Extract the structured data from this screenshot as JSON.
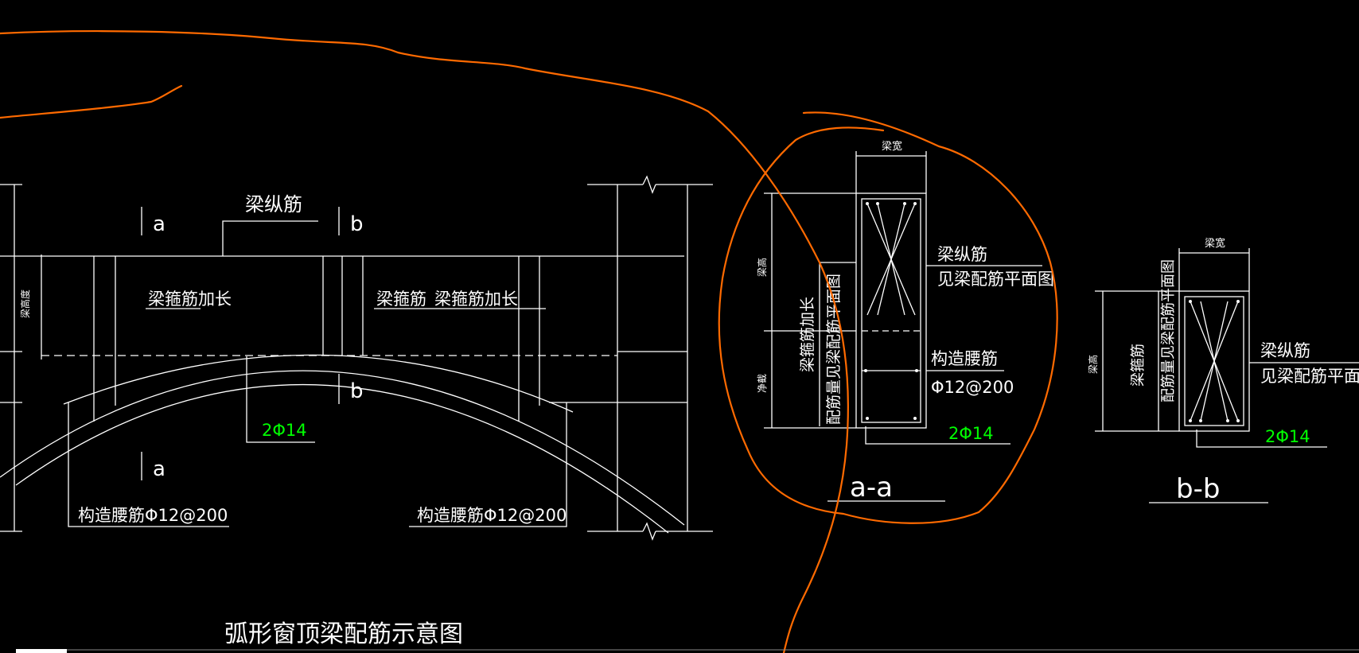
{
  "title": "弧形窗顶梁配筋示意图",
  "colors": {
    "background": "#000000",
    "lines": "#ffffff",
    "rebar_label": "#00ff00",
    "markup": "#ff6a00"
  },
  "elevation": {
    "section_marks": [
      "a",
      "b",
      "b",
      "a"
    ],
    "beam_long_rebar": "梁纵筋",
    "beam_height": "梁高度",
    "stirrup_extended_left": "梁箍筋加长",
    "stirrup": "梁箍筋",
    "stirrup_extended_right": "梁箍筋加长",
    "bottom_rebar": "2Φ14",
    "waist_rebar_left": "构造腰筋Φ12@200",
    "waist_rebar_right": "构造腰筋Φ12@200"
  },
  "section_aa": {
    "beam_width": "梁宽",
    "beam_height": "梁高",
    "net_height": "净截",
    "stirrup_note_1": "梁箍筋加长",
    "stirrup_note_2": "配筋量见梁配筋平面图",
    "long_rebar": "梁纵筋",
    "long_rebar_note": "见梁配筋平面图",
    "waist_rebar": "构造腰筋",
    "waist_rebar_spec": "Φ12@200",
    "bottom_rebar": "2Φ14",
    "label": "a-a"
  },
  "section_bb": {
    "beam_width": "梁宽",
    "beam_height": "梁高",
    "stirrup_note_1": "梁箍筋",
    "stirrup_note_2": "配筋量见梁配筋平面图",
    "long_rebar": "梁纵筋",
    "long_rebar_note": "见梁配筋平面图",
    "bottom_rebar": "2Φ14",
    "label": "b-b"
  }
}
